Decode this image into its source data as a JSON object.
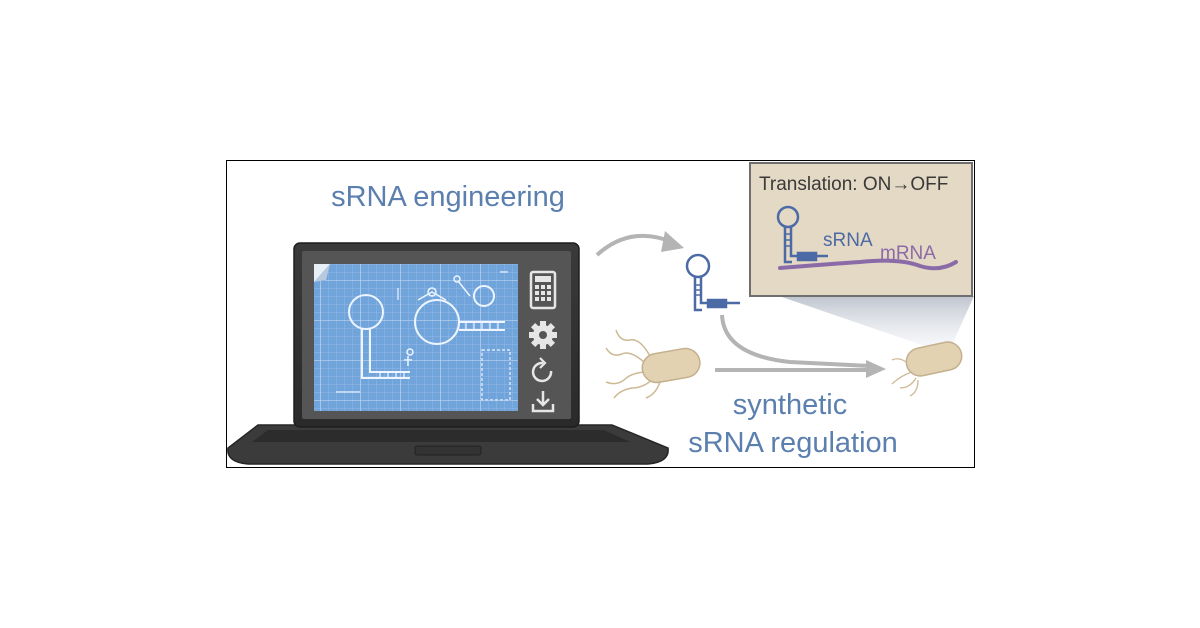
{
  "title": "sRNA engineering",
  "inset": {
    "heading": "Translation: ON→OFF",
    "srna_label": "sRNA",
    "mrna_label": "mRNA"
  },
  "caption": {
    "line1": "synthetic",
    "line2": "sRNA regulation"
  },
  "laptop": {
    "side_icons": [
      "calculator-icon",
      "gear-icon",
      "refresh-icon",
      "download-icon"
    ]
  },
  "colors": {
    "label_blue": "#5b7fae",
    "mrna_purple": "#8b6aa8",
    "inset_bg": "#e4d9c4",
    "screen_blue": "#6fa0d8",
    "arrow_gray": "#b4b4b4",
    "bacteria": "#e2d2b2"
  }
}
